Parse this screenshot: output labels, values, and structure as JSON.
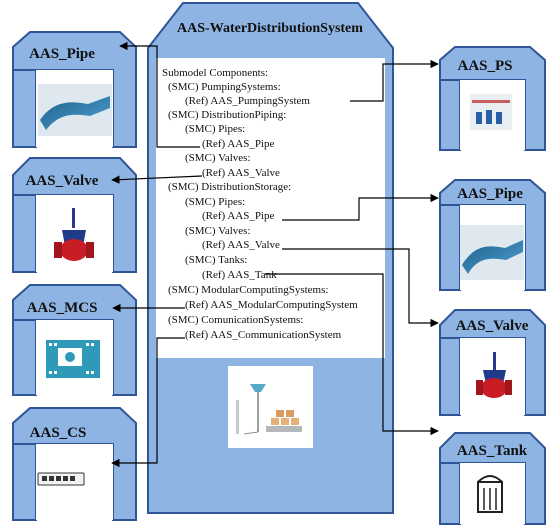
{
  "central": {
    "title": "AAS-WaterDistributionSystem",
    "lines": [
      "Submodel Components:",
      "(SMC) PumpingSystems:",
      "(Ref) AAS_PumpingSystem",
      "(SMC) DistributionPiping:",
      "(SMC) Pipes:",
      "(Ref) AAS_Pipe",
      "(SMC) Valves:",
      "(Ref) AAS_Valve",
      "(SMC) DistributionStorage:",
      "(SMC) Pipes:",
      "(Ref) AAS_Pipe",
      "(SMC) Valves:",
      "(Ref) AAS_Valve",
      "(SMC) Tanks:",
      "(Ref) AAS_Tank",
      "(SMC) ModularComputingSystems:",
      "(Ref) AAS_ModularComputingSystem",
      "(SMC) ComunicationSystems:",
      "(Ref) AAS_CommunicationSystem"
    ],
    "image_icon": "water-tower-with-tanks-icon"
  },
  "left_shells": [
    {
      "title": "AAS_Pipe",
      "icon": "pipe-icon"
    },
    {
      "title": "AAS_Valve",
      "icon": "valve-icon"
    },
    {
      "title": "AAS_MCS",
      "icon": "modular-computing-system-icon"
    },
    {
      "title": "AAS_CS",
      "icon": "network-switch-icon"
    }
  ],
  "right_shells": [
    {
      "title": "AAS_PS",
      "icon": "pumping-station-icon"
    },
    {
      "title": "AAS_Pipe",
      "icon": "pipe-icon"
    },
    {
      "title": "AAS_Valve",
      "icon": "valve-icon"
    },
    {
      "title": "AAS_Tank",
      "icon": "tank-icon"
    }
  ],
  "colors": {
    "shell_fill": "#8eb4e3",
    "shell_stroke": "#2f5597",
    "text_panel": "#ffffff",
    "line": "#000000"
  }
}
